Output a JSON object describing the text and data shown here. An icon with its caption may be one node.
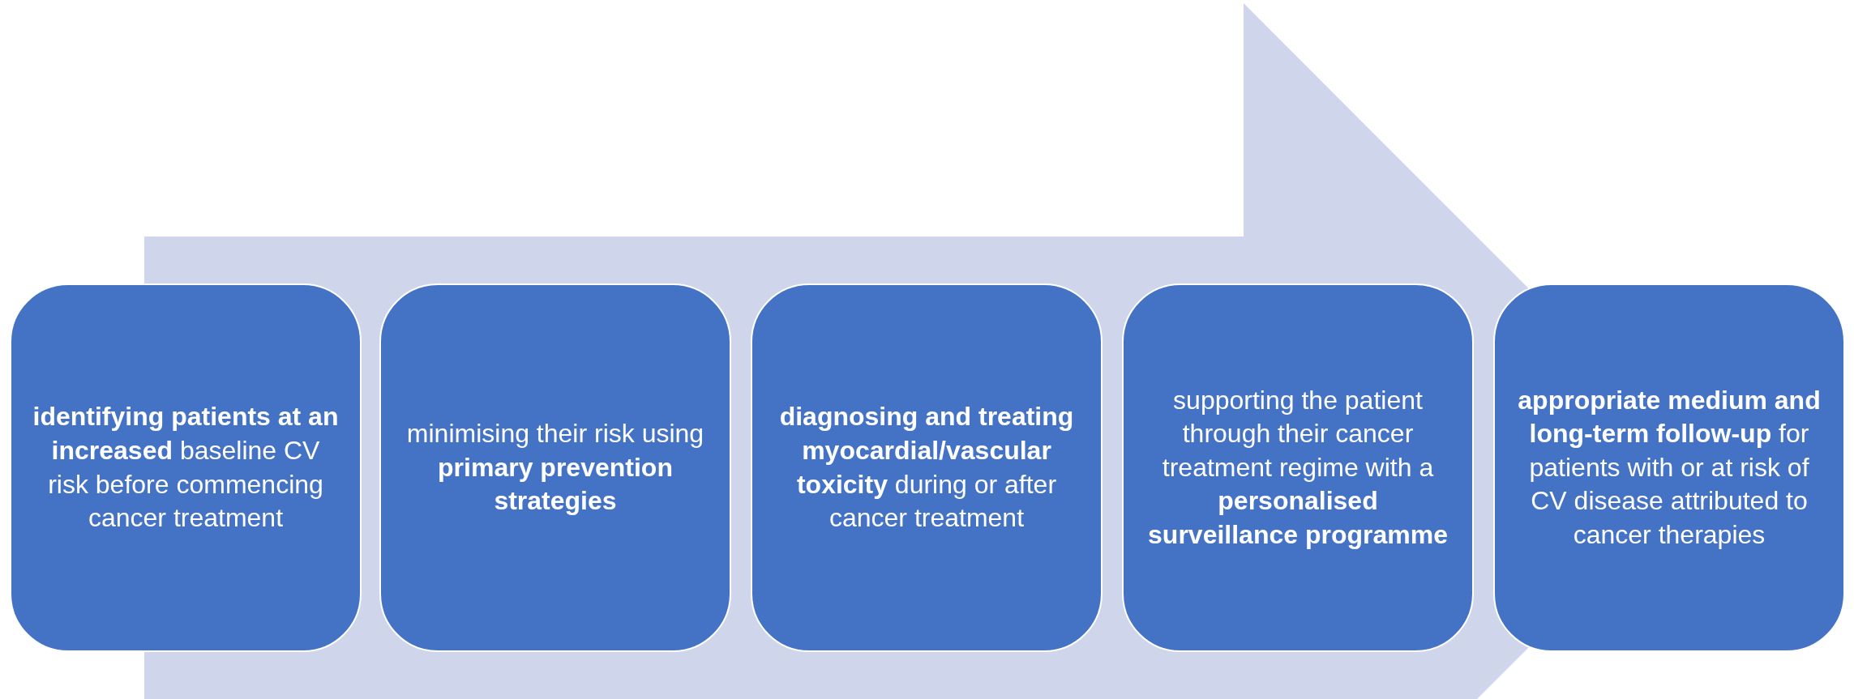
{
  "diagram": {
    "nodes": [
      {
        "text": [
          "**identifying patients at an increased** baseline CV risk before commencing cancer treatment"
        ]
      },
      {
        "text": [
          "minimising their risk using **primary prevention strategies**"
        ]
      },
      {
        "text": [
          "**diagnosing and treating myocardial/vascular toxicity** during or after cancer treatment"
        ]
      },
      {
        "text": [
          "supporting the patient through their cancer treatment regime with a **personalised surveillance programme**"
        ]
      },
      {
        "text": [
          "**appropriate medium and long-term follow-up** for patients with or at risk of CV disease attributed to cancer therapies"
        ]
      }
    ]
  }
}
